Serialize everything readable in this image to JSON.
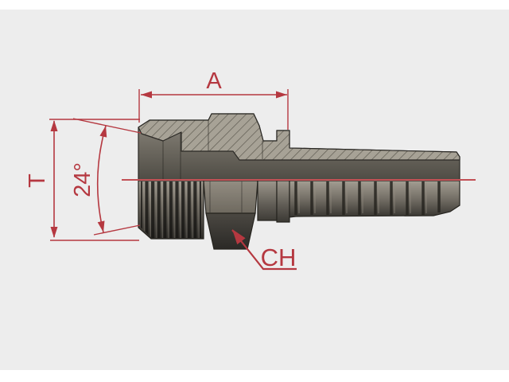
{
  "canvas": {
    "background": "#ededed",
    "matte_color": "#ffffff"
  },
  "drawing": {
    "annotations": {
      "dim_length": {
        "label": "A"
      },
      "outer_dim": {
        "label": "T"
      },
      "cone_angle": {
        "label": "24°"
      },
      "wrench_size": {
        "label": "CH"
      }
    },
    "colors": {
      "annotation_red": "#b53840",
      "centerline_red": "#c25055",
      "metal_light": "#a7a296",
      "metal_shadow": "#302e2a",
      "hatch_line": "#5f5b51",
      "edge_line": "#2b2925"
    }
  }
}
